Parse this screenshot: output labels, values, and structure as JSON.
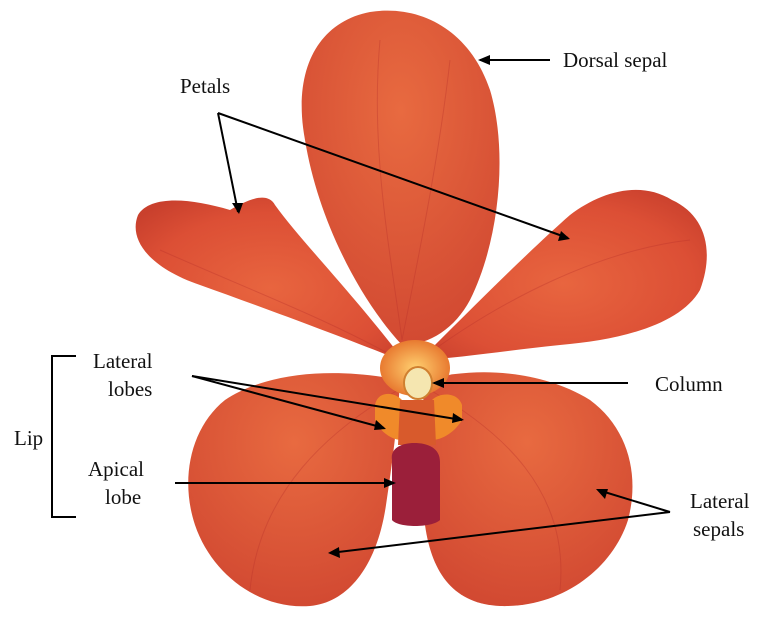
{
  "colors": {
    "petal": "#e0553a",
    "petal_dark": "#c23a27",
    "petal_vein": "#b8302a",
    "column": "#f0a040",
    "lip_side": "#f08a2a",
    "apical_lobe": "#9b1f3a",
    "line": "#000000"
  },
  "labels": {
    "dorsal_sepal": "Dorsal sepal",
    "petals": "Petals",
    "lateral_lobes_line1": "Lateral",
    "lateral_lobes_line2": "lobes",
    "column": "Column",
    "lip": "Lip",
    "apical_lobe_line1": "Apical",
    "apical_lobe_line2": "lobe",
    "lateral_sepals_line1": "Lateral",
    "lateral_sepals_line2": "sepals"
  }
}
